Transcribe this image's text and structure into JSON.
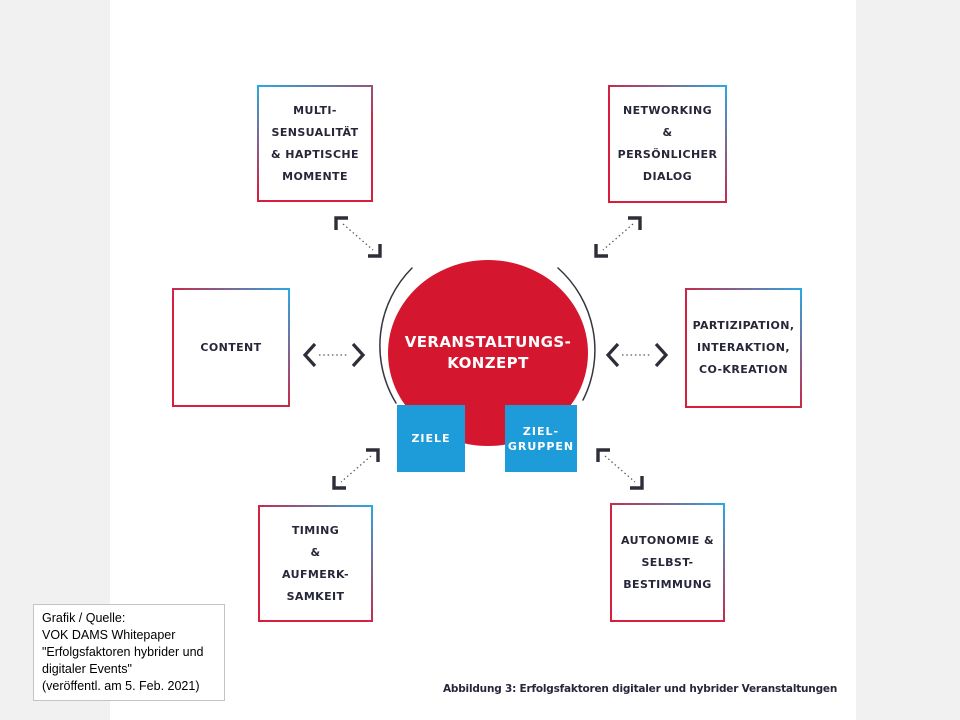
{
  "colors": {
    "red": "#d4172e",
    "blue": "#1e9cd9",
    "border_blue": "#2aa9e1",
    "border_red": "#d51f3c",
    "ink": "#27273a",
    "margin_gray": "#f1f1f1"
  },
  "center": {
    "line1": "VERANSTALTUNGS-",
    "line2": "KONZEPT"
  },
  "tags": {
    "ziele": "ZIELE",
    "zielgruppen_line1": "ZIEL-",
    "zielgruppen_line2": "GRUPPEN"
  },
  "factors": {
    "multi": {
      "lines": [
        "MULTI-",
        "SENSUALITÄT",
        "& HAPTISCHE",
        "MOMENTE"
      ]
    },
    "networking": {
      "lines": [
        "NETWORKING",
        "&",
        "PERSÖNLICHER",
        "DIALOG"
      ]
    },
    "content": {
      "lines": [
        "CONTENT"
      ]
    },
    "partizipation": {
      "lines": [
        "PARTIZIPATION,",
        "INTERAKTION,",
        "CO-KREATION"
      ]
    },
    "timing": {
      "lines": [
        "TIMING",
        "&",
        "AUFMERK-",
        "SAMKEIT"
      ]
    },
    "autonomie": {
      "lines": [
        "AUTONOMIE &",
        "SELBST-",
        "BESTIMMUNG"
      ]
    }
  },
  "caption": "Abbildung 3: Erfolgsfaktoren digitaler und hybrider Veranstaltungen",
  "source": {
    "lines": [
      "Grafik / Quelle:",
      "VOK DAMS Whitepaper",
      "\"Erfolgsfaktoren hybrider und",
      "digitaler Events\"",
      "(veröffentl.  am 5. Feb. 2021)"
    ]
  }
}
